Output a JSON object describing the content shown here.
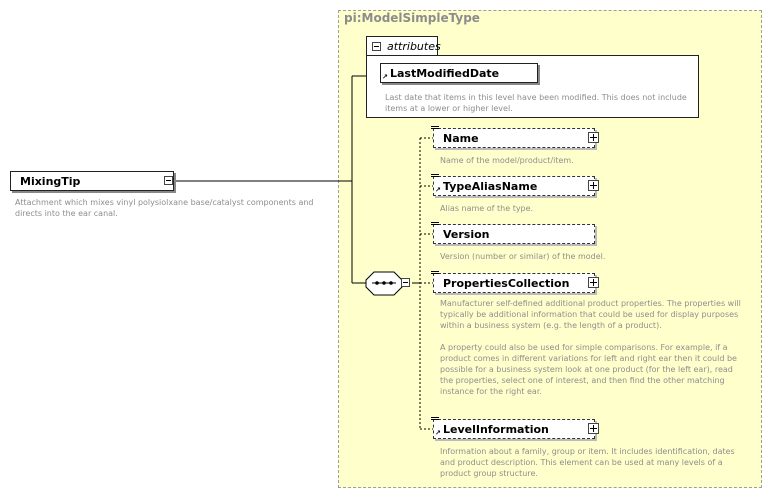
{
  "root": {
    "name": "MixingTip",
    "description_lines": [
      "Attachment which mixes vinyl polysiolxane base/catalyst components and",
      "directs into the ear canal."
    ]
  },
  "type": {
    "title": "pi:ModelSimpleType",
    "attributes_label": "attributes",
    "attribute": {
      "name": "LastModifiedDate",
      "description_lines": [
        "Last date that items in this level have been modified. This does not include",
        "items at a lower or higher level."
      ]
    }
  },
  "elements": [
    {
      "name": "Name",
      "description_lines": [
        "Name of the model/product/item."
      ]
    },
    {
      "name": "TypeAliasName",
      "description_lines": [
        "Alias name of the type."
      ]
    },
    {
      "name": "Version",
      "description_lines": [
        "Version (number or similar) of the model."
      ]
    },
    {
      "name": "PropertiesCollection",
      "description_lines": [
        "Manufacturer self-defined additional product properties.  The properties will",
        "typically be additional information that could be used for display purposes",
        "within a business system (e.g. the length of a product).",
        "",
        "A property could also be used for simple comparisons.  For example, if a",
        "product comes in different variations for left and right ear then it could be",
        "possible for a business system look at one product (for the left ear), read",
        "the properties, select one of interest, and then find the other matching",
        "instance for the right ear."
      ]
    },
    {
      "name": "LevelInformation",
      "description_lines": [
        "Information about a family, group or item. It includes identification, dates",
        "and product description. This element can be used at many levels of a",
        "product group structure."
      ]
    }
  ],
  "colors": {
    "type_background": "#ffffcc",
    "description_text": "#8e8e8e"
  }
}
